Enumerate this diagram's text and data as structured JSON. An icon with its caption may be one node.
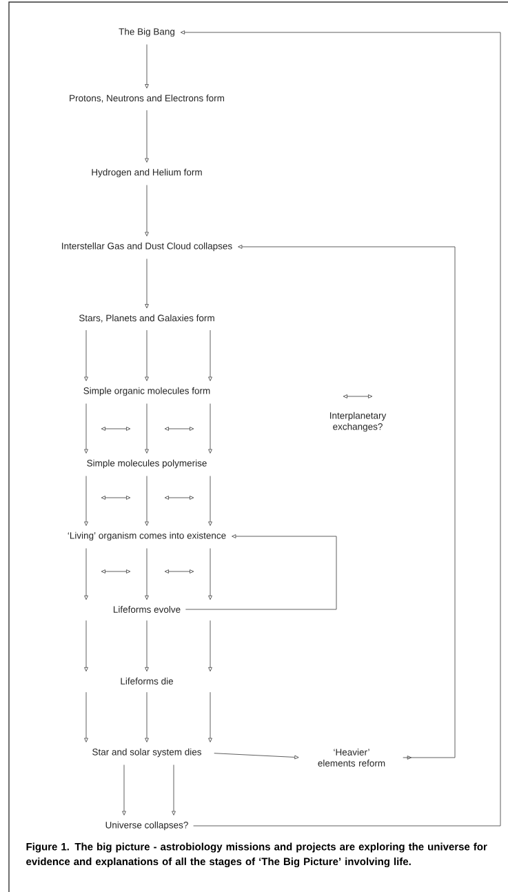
{
  "diagram": {
    "caption": "Figure 1. The big picture - astrobiology missions and projects are exploring the universe for evidence and explanations of all the stages of ‘The Big Picture’ involving life.",
    "nodes": [
      {
        "text": [
          "The Big Bang"
        ]
      },
      {
        "text": [
          "Protons, Neutrons and Electrons form"
        ]
      },
      {
        "text": [
          "Hydrogen and Helium form"
        ]
      },
      {
        "text": [
          "Interstellar Gas and Dust Cloud collapses"
        ]
      },
      {
        "text": [
          "Stars, Planets and Galaxies form"
        ]
      },
      {
        "text": [
          "Simple organic molecules form"
        ]
      },
      {
        "text": [
          "Simple molecules polymerise"
        ]
      },
      {
        "text": [
          "‘Living’ organism comes into existence"
        ]
      },
      {
        "text": [
          "Lifeforms evolve"
        ]
      },
      {
        "text": [
          "Lifeforms die"
        ]
      },
      {
        "text": [
          "Star and solar system dies"
        ]
      },
      {
        "text": [
          "‘Heavier’ elements reform"
        ]
      },
      {
        "text": [
          "Universe collapses?"
        ]
      }
    ],
    "edges": [
      {
        "from": 0,
        "to": 1,
        "arrow": "to"
      },
      {
        "from": 1,
        "to": 2,
        "arrow": "to"
      },
      {
        "from": 2,
        "to": 3,
        "arrow": "to"
      },
      {
        "from": 3,
        "to": 4,
        "arrow": "to"
      },
      {
        "from": 4,
        "to": 5,
        "arrow": "to"
      },
      {
        "from": 4,
        "to": 5,
        "arrow": "to"
      },
      {
        "from": 4,
        "to": 5,
        "arrow": "to"
      },
      {
        "from": 5,
        "to": 6,
        "arrow": "to"
      },
      {
        "from": 5,
        "to": 6,
        "arrow": "to"
      },
      {
        "from": 5,
        "to": 6,
        "arrow": "to"
      },
      {
        "from": 6,
        "to": 7,
        "arrow": "to"
      },
      {
        "from": 6,
        "to": 7,
        "arrow": "to"
      },
      {
        "from": 6,
        "to": 7,
        "arrow": "to"
      },
      {
        "from": 7,
        "to": 8,
        "arrow": "to"
      },
      {
        "from": 7,
        "to": 8,
        "arrow": "to"
      },
      {
        "from": 7,
        "to": 8,
        "arrow": "to"
      },
      {
        "from": 8,
        "to": 9,
        "arrow": "to"
      },
      {
        "from": 8,
        "to": 9,
        "arrow": "to"
      },
      {
        "from": 8,
        "to": 9,
        "arrow": "to"
      },
      {
        "from": 9,
        "to": 10,
        "arrow": "to"
      },
      {
        "from": 9,
        "to": 10,
        "arrow": "to"
      },
      {
        "from": 9,
        "to": 10,
        "arrow": "to"
      },
      {
        "from": 10,
        "to": 12,
        "arrow": "to"
      },
      {
        "from": 10,
        "to": 12,
        "arrow": "to"
      },
      {
        "from": 8,
        "to": 7,
        "arrow": "to"
      },
      {
        "from": 10,
        "to": 11,
        "arrow": "to"
      },
      {
        "from": 11,
        "to": 3,
        "arrow": "to"
      },
      {
        "from": 12,
        "to": 0,
        "arrow": "to"
      }
    ],
    "legend": [
      {
        "text": "Interplanetary exchanges?"
      }
    ]
  }
}
